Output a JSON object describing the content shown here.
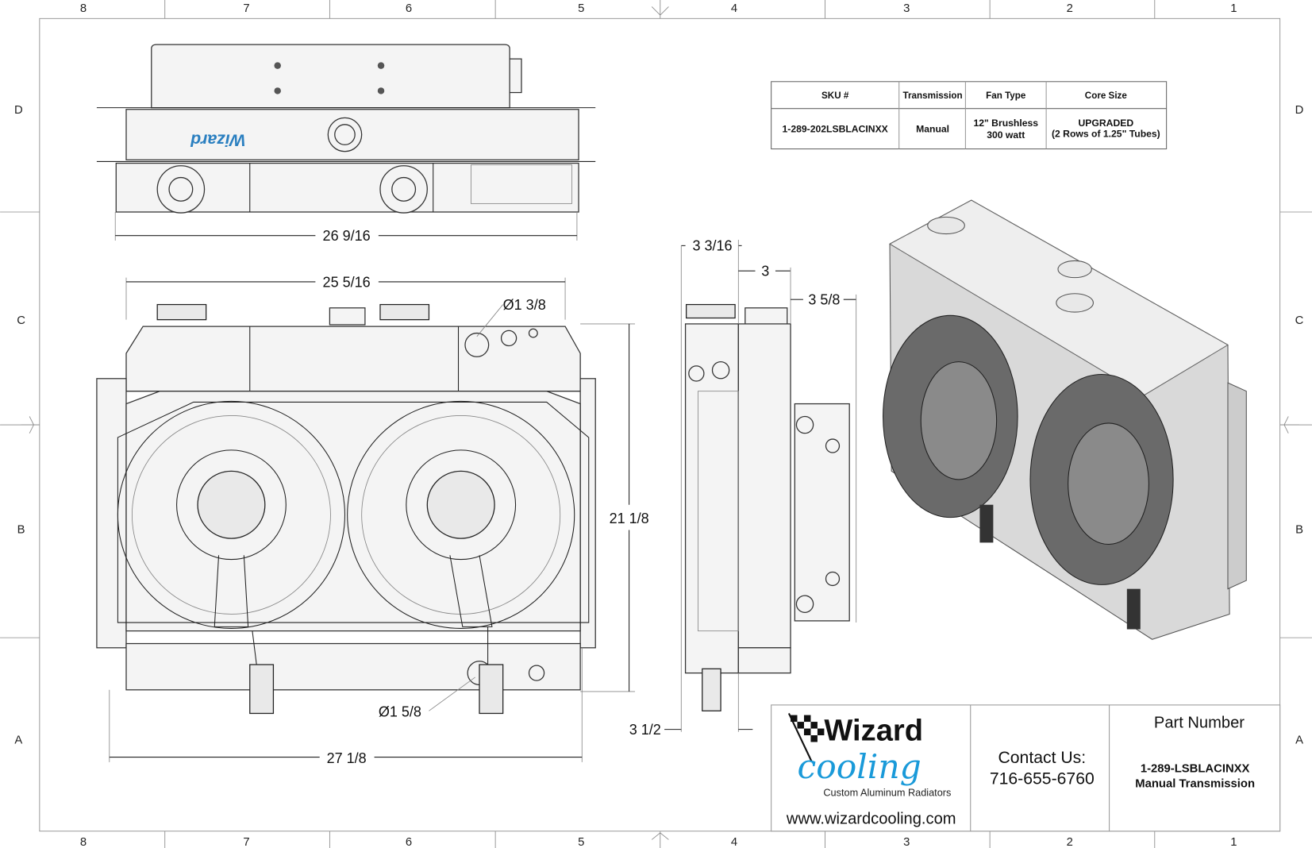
{
  "zones": {
    "columns": [
      "8",
      "7",
      "6",
      "5",
      "4",
      "3",
      "2",
      "1"
    ],
    "rows": [
      "D",
      "C",
      "B",
      "A"
    ]
  },
  "dimensions": {
    "top_width": "26 9/16",
    "front_width_top": "25 5/16",
    "front_width_bottom": "27 1/8",
    "front_height": "21 1/8",
    "inlet_diameter": "Ø1 3/8",
    "outlet_diameter": "Ø1 5/8",
    "side_overall": "3 3/16",
    "side_core": "3",
    "side_fan": "3 5/8",
    "side_bottom": "3 1/2"
  },
  "spec_table": {
    "headers": [
      "SKU #",
      "Transmission",
      "Fan Type",
      "Core Size"
    ],
    "row": {
      "sku": "1-289-202LSBLACINXX",
      "transmission": "Manual",
      "fan_type_line1": "12\" Brushless",
      "fan_type_line2": "300 watt",
      "core_size_line1": "UPGRADED",
      "core_size_line2": "(2 Rows of 1.25\" Tubes)"
    }
  },
  "title_block": {
    "logo_word1": "Wizard",
    "logo_word2": "cooling",
    "logo_tagline": "Custom Aluminum Radiators",
    "website": "www.wizardcooling.com",
    "contact_label": "Contact Us:",
    "phone": "716-655-6760",
    "part_number_label": "Part Number",
    "part_number": "1-289-LSBLACINXX",
    "part_description": "Manual Transmission"
  },
  "colors": {
    "logo_blue": "#1a9ad9",
    "line": "#222222"
  }
}
